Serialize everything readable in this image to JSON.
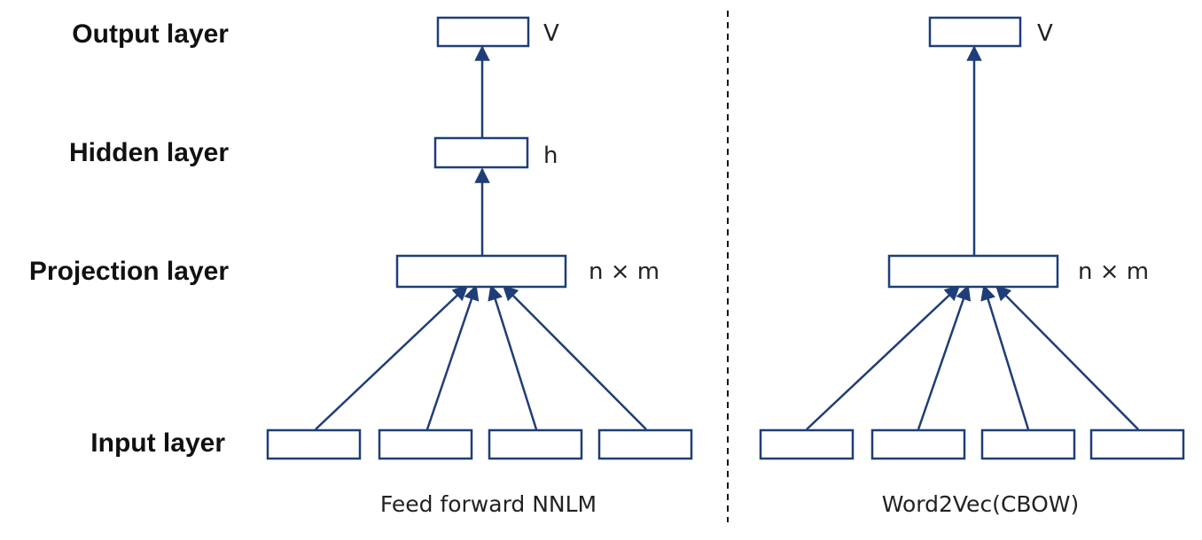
{
  "layers": {
    "output": "Output layer",
    "hidden": "Hidden layer",
    "projection": "Projection layer",
    "input": "Input layer"
  },
  "colors": {
    "edge": "#1f3e77",
    "node_border": "#1f3e77"
  },
  "left_panel": {
    "caption": "Feed forward NNLM",
    "output_dim": "V",
    "hidden_dim": "h",
    "projection_dim": "n × m",
    "input_node_count": 4
  },
  "right_panel": {
    "caption": "Word2Vec(CBOW)",
    "output_dim": "V",
    "projection_dim": "n × m",
    "input_node_count": 4
  }
}
